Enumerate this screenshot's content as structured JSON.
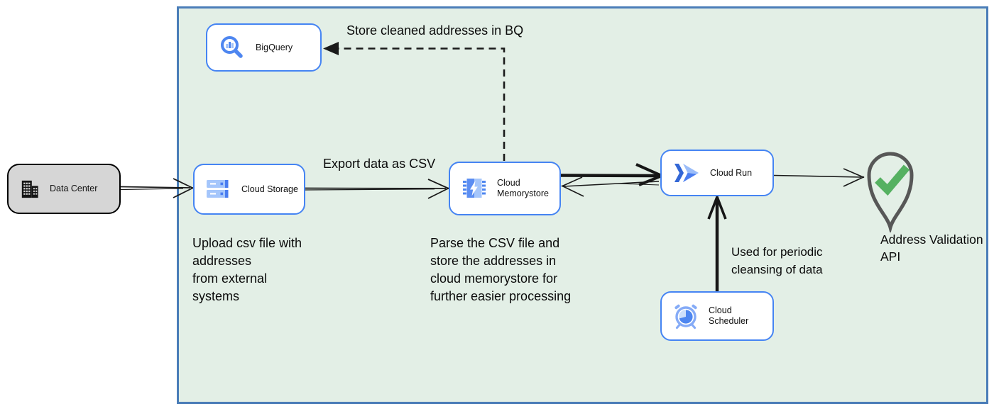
{
  "diagram": {
    "kind": "cloud-architecture-flowchart",
    "nodes": {
      "data_center": {
        "label": "Data Center",
        "icon": "building-icon"
      },
      "bigquery": {
        "label": "BigQuery",
        "icon": "bigquery-icon"
      },
      "cloud_storage": {
        "label": "Cloud Storage",
        "icon": "cloud-storage-icon"
      },
      "cloud_memorystore": {
        "label": "Cloud Memorystore",
        "icon": "memorystore-chip-icon"
      },
      "cloud_run": {
        "label": "Cloud Run",
        "icon": "cloud-run-icon"
      },
      "cloud_scheduler": {
        "label": "Cloud Scheduler",
        "icon": "alarm-clock-icon"
      },
      "address_validation_api": {
        "label": "Address Validation\nAPI",
        "icon": "location-pin-check-icon"
      }
    },
    "annotations": {
      "store_bq": "Store cleaned addresses in BQ",
      "export_csv": "Export data as CSV",
      "upload": "Upload csv file with\naddresses\nfrom external\nsystems",
      "parse": "Parse the CSV file and\nstore the addresses in\ncloud  memorystore for\nfurther easier processing",
      "periodic": "Used for periodic\ncleansing of data"
    },
    "colors": {
      "node_border_blue": "#4584f3",
      "icon_blue": "#4e86f0",
      "icon_light_blue": "#a5c6fb",
      "container_fill": "#e3efe6",
      "container_border": "#4a7db8",
      "data_center_fill": "#d6d6d6",
      "pin_outline": "#575757",
      "check_green": "#55b161",
      "arrow_black": "#1a1a1a"
    }
  }
}
